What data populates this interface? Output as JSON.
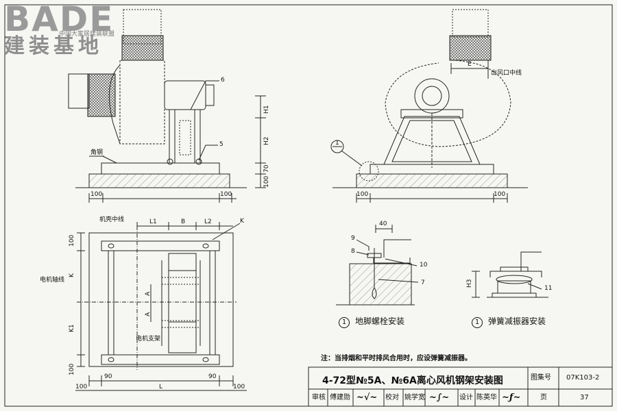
{
  "logo": {
    "brand": "BADE",
    "tagline": "中国大家居建装联盟",
    "cn": "建装基地"
  },
  "views": {
    "side": {
      "angle_label": "角钢",
      "part_6": "6",
      "part_5": "5",
      "dim_h1": "H1",
      "dim_h2": "H2",
      "dim_70": "70",
      "dim_100_v": "100",
      "dim_100_l": "100",
      "dim_100_r": "100"
    },
    "front": {
      "dim_e": "E",
      "outlet_label": "出风口中线",
      "detail_ref": "1",
      "dim_100_l": "100",
      "dim_100_r": "100"
    },
    "plan": {
      "casing_label": "机壳中线",
      "dim_l1": "L1",
      "dim_b": "B",
      "dim_l2": "L2",
      "section_k": "K",
      "motor_axis": "电机轴线",
      "dim_k": "K",
      "dim_k1": "K1",
      "dim_a1": "A",
      "dim_a2": "A",
      "motor_bracket": "电机支架",
      "dim_100_top": "100",
      "dim_100_bot": "100",
      "dim_90_l": "90",
      "dim_90_r": "90",
      "dim_100_l": "100",
      "dim_100_r": "100",
      "dim_l": "L"
    },
    "detail_bolt": {
      "dim_40": "40",
      "part_9": "9",
      "part_8": "8",
      "part_10": "10",
      "part_7": "7",
      "marker": "1",
      "caption": "地脚螺栓安装"
    },
    "detail_spring": {
      "dim_h3": "H3",
      "part_11": "11",
      "marker": "1",
      "caption": "弹簧减振器安装"
    }
  },
  "note": "注：当排烟和平时排风合用时，应设弹簧减振器。",
  "title_block": {
    "title": "4-72型№5A、№6A离心风机钢架安装图",
    "atlas_label": "图集号",
    "atlas_no": "07K103-2",
    "page_label": "页",
    "page_no": "37",
    "review_label": "审核",
    "reviewer": "傅建勋",
    "check_label": "校对",
    "checker": "姚学宽",
    "design_label": "设计",
    "designer": "陈英华"
  }
}
